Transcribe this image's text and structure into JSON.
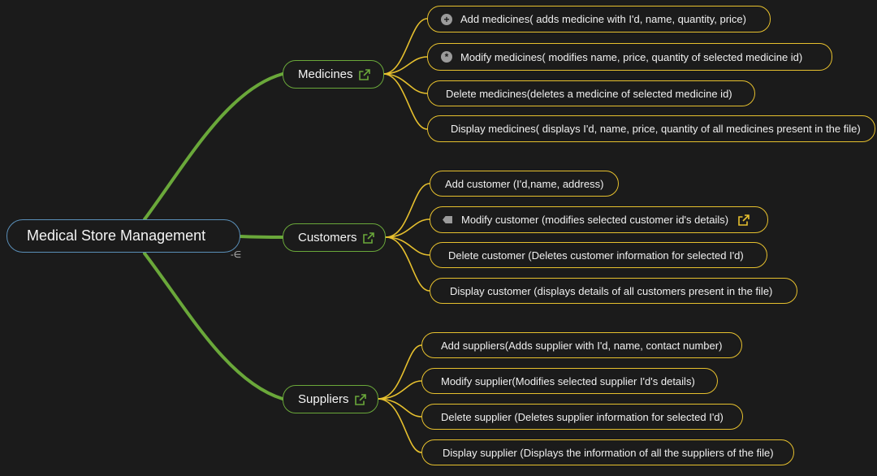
{
  "colors": {
    "background": "#1b1b1b",
    "root_border": "#5a8fb8",
    "branch_line": "#6aa83a",
    "leaf_line": "#e6c02e",
    "link_icon_branch": "#6aa83a",
    "link_icon_leaf": "#e6c02e"
  },
  "root": {
    "label": "Medical Store Management",
    "collapse_glyph": "-∈"
  },
  "branches": [
    {
      "label": "Medicines",
      "leaves": [
        {
          "label": "Add medicines( adds medicine with I'd, name, quantity, price)",
          "icon": "plus-icon"
        },
        {
          "label": "Modify medicines( modifies name, price, quantity of selected medicine id)",
          "icon": "asterisk-icon"
        },
        {
          "label": "Delete medicines(deletes a medicine of selected medicine id)"
        },
        {
          "label": "Display medicines( displays I'd, name, price, quantity of all medicines present in the file)"
        }
      ]
    },
    {
      "label": "Customers",
      "leaves": [
        {
          "label": "Add customer (I'd,name, address)"
        },
        {
          "label": "Modify customer (modifies selected customer id's details)",
          "icon": "tag-icon",
          "link": true
        },
        {
          "label": "Delete customer (Deletes customer information for selected I'd)"
        },
        {
          "label": "Display customer (displays details of all customers present  in the file)"
        }
      ]
    },
    {
      "label": "Suppliers",
      "leaves": [
        {
          "label": "Add suppliers(Adds supplier with I'd, name, contact number)"
        },
        {
          "label": "Modify supplier(Modifies selected  supplier I'd's details)"
        },
        {
          "label": "Delete supplier (Deletes supplier information for selected I'd)"
        },
        {
          "label": "Display supplier (Displays the information of all the suppliers of the file)"
        }
      ]
    }
  ]
}
